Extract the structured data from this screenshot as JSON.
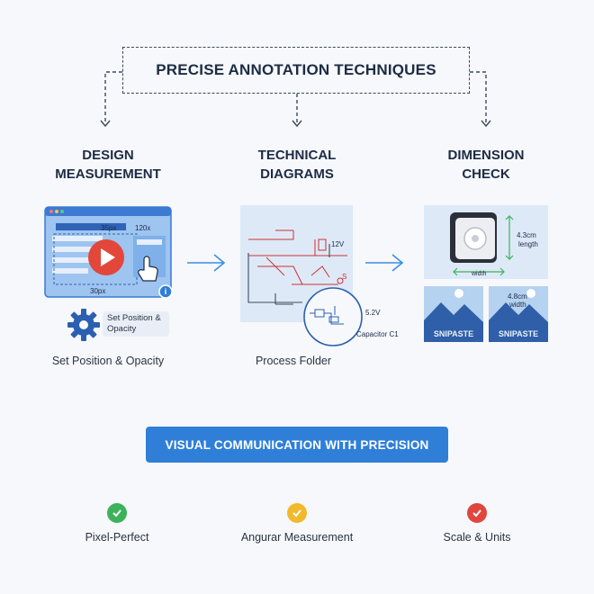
{
  "title": "PRECISE ANNOTATION TECHNIQUES",
  "columns": [
    {
      "heading_line1": "DESIGN",
      "heading_line2": "MEASUREMENT",
      "caption": "Set Position & Opacity"
    },
    {
      "heading_line1": "TECHNICAL",
      "heading_line2": "DIAGRAMS",
      "caption": "Process Folder"
    },
    {
      "heading_line1": "DIMENSION",
      "heading_line2": "CHECK",
      "caption": ""
    }
  ],
  "design_panel": {
    "label_top": "35px",
    "label_right": "120x",
    "label_bottom": "30px",
    "gear_tag": "Set Position & Opacity"
  },
  "tech_panel": {
    "voltage_top": "12V",
    "voltage_zoom": "5.2V",
    "capacitor": "Capacitor C1",
    "mini_label": "S"
  },
  "dim_panel": {
    "length_value": "4.3cm",
    "length_label": "length",
    "width_text": "width",
    "width_value": "4.8cm",
    "width_label": "width",
    "watermark_left": "SNIPASTE",
    "watermark_right": "SNIPASTE"
  },
  "banner": "VISUAL COMMUNICATION WITH PRECISION",
  "features": [
    {
      "label": "Pixel-Perfect",
      "color": "#3cb35a"
    },
    {
      "label": "Angurar Measurement",
      "color": "#f2b92d"
    },
    {
      "label": "Scale & Units",
      "color": "#e0463e"
    }
  ],
  "colors": {
    "accent": "#2f7fd8",
    "arrow": "#3a8ee6",
    "navy": "#1d2b45"
  }
}
